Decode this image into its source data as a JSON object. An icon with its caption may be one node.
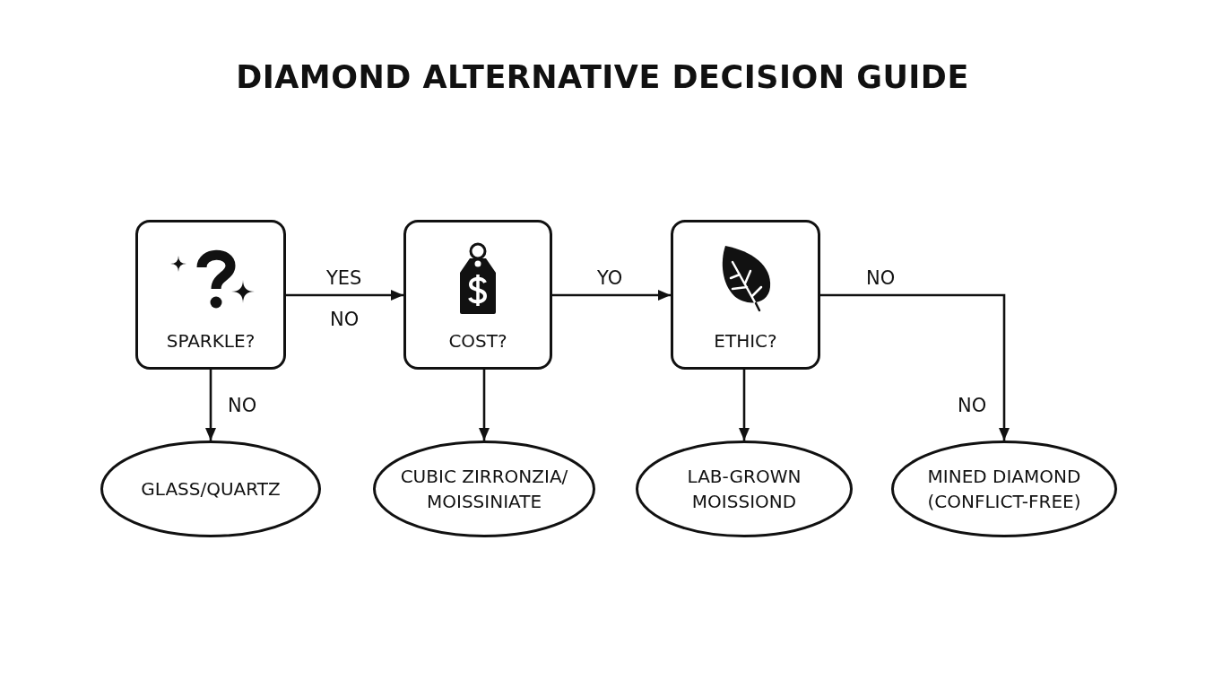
{
  "diagram": {
    "title": "DIAMOND ALTERNATIVE DECISION GUIDE",
    "nodes": [
      {
        "text": [
          "SPARKLE?"
        ]
      },
      {
        "text": [
          "COST?"
        ]
      },
      {
        "text": [
          "ETHIC?"
        ]
      },
      {
        "text": [
          "GLASS/QUARTZ"
        ]
      },
      {
        "text": [
          "CUBIC ZIRRONZIA/ MOISSINIATE"
        ]
      },
      {
        "text": [
          "LAB-GROWN MOISSIOND"
        ]
      },
      {
        "text": [
          "MINED DIAMOND (CONFLICT-FREE)"
        ]
      }
    ],
    "edges": [
      {
        "from": 0,
        "to": 1,
        "arrow": "to",
        "label": "YES"
      },
      {
        "from": 0,
        "to": 3,
        "arrow": "to",
        "label": "NO"
      },
      {
        "from": 1,
        "to": 2,
        "arrow": "to",
        "label": "YO"
      },
      {
        "from": 1,
        "to": 4,
        "arrow": "to"
      },
      {
        "from": 2,
        "to": 5,
        "arrow": "to"
      },
      {
        "from": 2,
        "to": 6,
        "arrow": "to",
        "label": "NO"
      }
    ],
    "labels": [
      "NO",
      "NO"
    ]
  }
}
